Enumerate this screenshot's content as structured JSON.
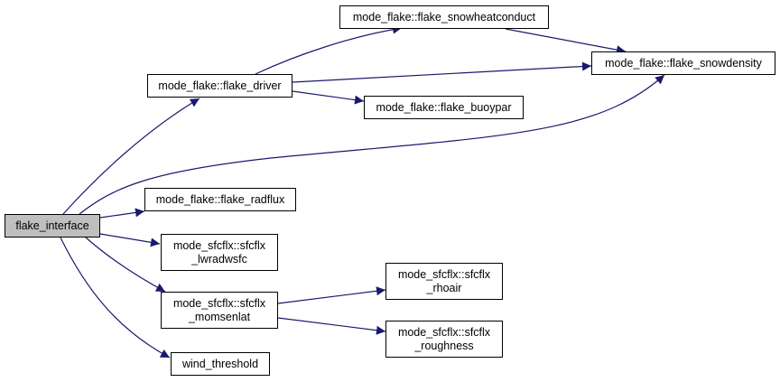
{
  "colors": {
    "edge": "#191970",
    "root_fill": "#bfbfbf",
    "node_fill": "#ffffff",
    "border": "#000000"
  },
  "nodes": {
    "flake_interface": {
      "label": "flake_interface"
    },
    "flake_driver": {
      "label": "mode_flake::flake_driver"
    },
    "snowheatconduct": {
      "label": "mode_flake::flake_snowheatconduct"
    },
    "snowdensity": {
      "label": "mode_flake::flake_snowdensity"
    },
    "buoypar": {
      "label": "mode_flake::flake_buoypar"
    },
    "radflux": {
      "label": "mode_flake::flake_radflux"
    },
    "lwradwsfc": {
      "line1": "mode_sfcflx::sfcflx",
      "line2": "_lwradwsfc"
    },
    "momsenlat": {
      "line1": "mode_sfcflx::sfcflx",
      "line2": "_momsenlat"
    },
    "rhoair": {
      "line1": "mode_sfcflx::sfcflx",
      "line2": "_rhoair"
    },
    "roughness": {
      "line1": "mode_sfcflx::sfcflx",
      "line2": "_roughness"
    },
    "wind_threshold": {
      "label": "wind_threshold"
    }
  },
  "edges": [
    {
      "from": "flake_interface",
      "to": "flake_driver"
    },
    {
      "from": "flake_interface",
      "to": "snowdensity"
    },
    {
      "from": "flake_interface",
      "to": "radflux"
    },
    {
      "from": "flake_interface",
      "to": "lwradwsfc"
    },
    {
      "from": "flake_interface",
      "to": "momsenlat"
    },
    {
      "from": "flake_interface",
      "to": "wind_threshold"
    },
    {
      "from": "flake_driver",
      "to": "snowheatconduct"
    },
    {
      "from": "flake_driver",
      "to": "snowdensity"
    },
    {
      "from": "flake_driver",
      "to": "buoypar"
    },
    {
      "from": "snowheatconduct",
      "to": "snowdensity"
    },
    {
      "from": "momsenlat",
      "to": "rhoair"
    },
    {
      "from": "momsenlat",
      "to": "roughness"
    }
  ]
}
